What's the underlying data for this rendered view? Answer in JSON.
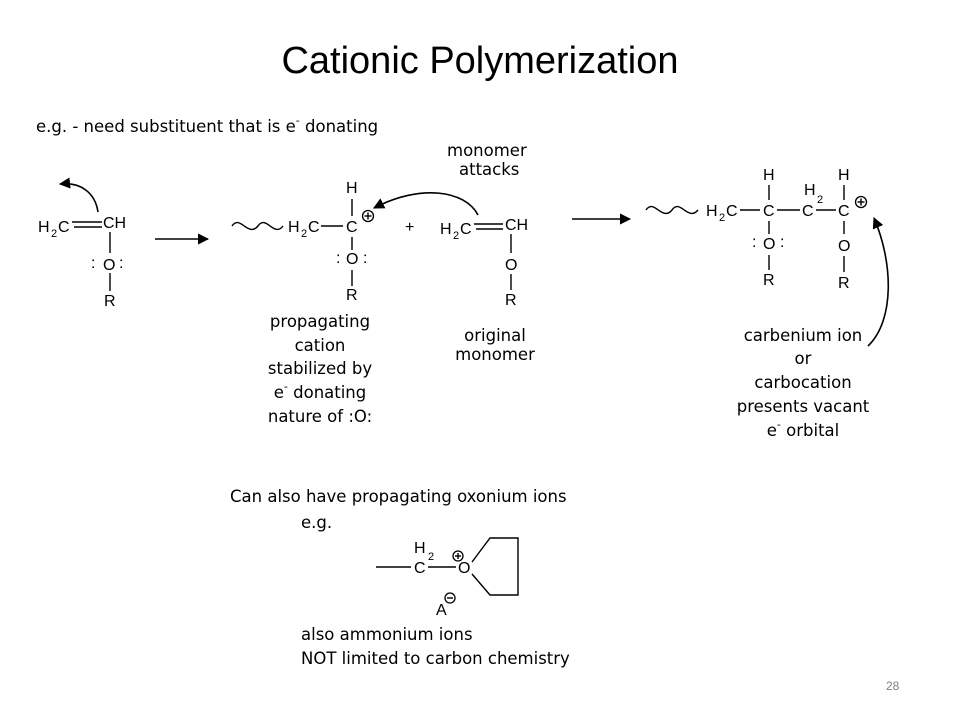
{
  "slide": {
    "title": "Cationic Polymerization",
    "page_number": "28"
  },
  "intro": {
    "text_main": "e.g. - need substituent that is e",
    "text_sup": "-",
    "text_tail": " donating"
  },
  "monomer_attacks": [
    "monomer",
    "attacks"
  ],
  "labels": {
    "propagating": [
      "propagating",
      "cation",
      "stabilized by"
    ],
    "propagating_e": "e",
    "propagating_e_sup": "-",
    "propagating_e_tail": " donating",
    "propagating_last": "nature of :O:",
    "original": [
      "original",
      "monomer"
    ],
    "carbenium": [
      "carbenium ion",
      "or",
      "carbocation",
      "presents vacant"
    ],
    "carbenium_e": "e",
    "carbenium_e_sup": "-",
    "carbenium_e_tail": " orbital"
  },
  "oxonium": {
    "line1": "Can also have propagating oxonium ions",
    "line2": "e.g.",
    "line3": "also ammonium ions",
    "line4": "NOT limited to carbon chemistry"
  },
  "atoms": {
    "H": "H",
    "C": "C",
    "CH": "CH",
    "O": "O",
    "R": "R",
    "A": "A",
    "two": "2",
    "colon": ":",
    "plus": "+"
  }
}
